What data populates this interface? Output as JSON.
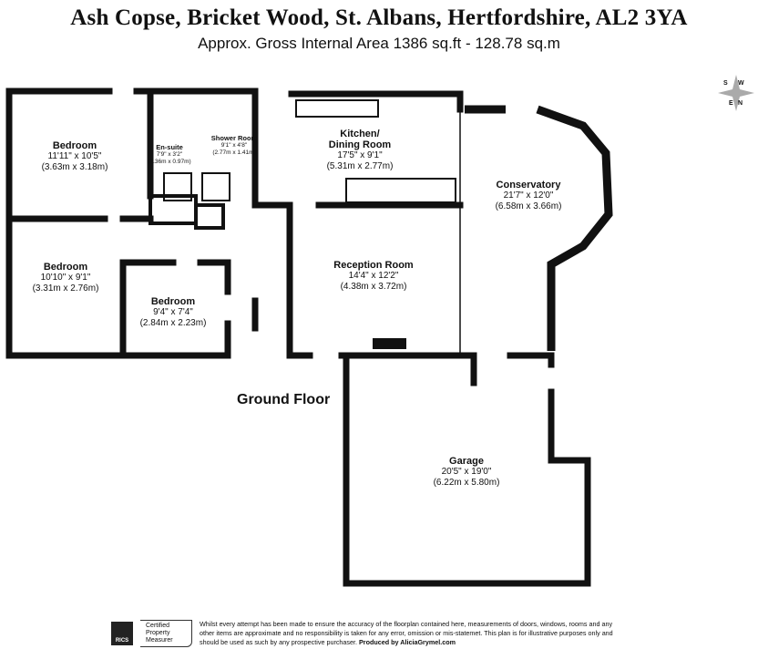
{
  "header": {
    "title": "Ash Copse, Bricket Wood, St. Albans, Hertfordshire, AL2 3YA",
    "subtitle": "Approx. Gross Internal Area   1386 sq.ft - 128.78 sq.m"
  },
  "rooms": [
    {
      "name": "Bedroom",
      "imperial": "11'11\" x 10'5\"",
      "metric": "(3.63m x 3.18m)"
    },
    {
      "name": "En-suite",
      "imperial": "7'9\" x 3'2\"",
      "metric": "(2.36m x 0.97m)"
    },
    {
      "name": "Shower Room",
      "imperial": "9'1\" x 4'8\"",
      "metric": "(2.77m x 1.41m)"
    },
    {
      "name": "Kitchen/ Dining Room",
      "imperial": "17'5\" x 9'1\"",
      "metric": "(5.31m x 2.77m)"
    },
    {
      "name": "Conservatory",
      "imperial": "21'7\" x 12'0\"",
      "metric": "(6.58m x 3.66m)"
    },
    {
      "name": "Bedroom",
      "imperial": "10'10\" x 9'1\"",
      "metric": "(3.31m x 2.76m)"
    },
    {
      "name": "Bedroom",
      "imperial": "9'4\" x 7'4\"",
      "metric": "(2.84m x 2.23m)"
    },
    {
      "name": "Reception Room",
      "imperial": "14'4\" x 12'2\"",
      "metric": "(4.38m x 3.72m)"
    },
    {
      "name": "Garage",
      "imperial": "20'5\" x 19'0\"",
      "metric": "(6.22m x 5.80m)"
    }
  ],
  "floor_label": "Ground Floor",
  "compass": {
    "letters": [
      "N",
      "S",
      "E",
      "W"
    ]
  },
  "footer": {
    "badge": "RICS",
    "cert": "Certified Property Measurer",
    "disclaimer": "Whilst every attempt has been made to ensure the accuracy of the floorplan contained here, measurements of doors, windows, rooms and any other items are approximate and no responsibility is taken for any error, omission or mis-statemet. This plan is for illustrative purposes only and should be used as such by any prospective purchaser.",
    "produced": "Produced by AliciaGrymel.com"
  }
}
